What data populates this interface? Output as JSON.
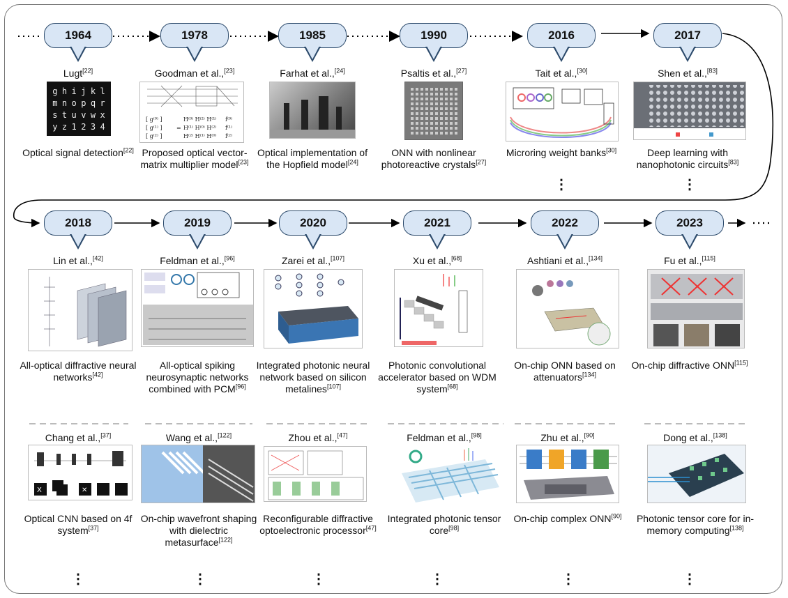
{
  "rows": [
    [
      {
        "year": "1964",
        "author": "Lugt",
        "author_ref": "[22]",
        "caption": "Optical signal detection",
        "caption_ref": "[22]"
      },
      {
        "year": "1978",
        "author": "Goodman et al.,",
        "author_ref": "[23]",
        "caption": "Proposed optical vector-matrix multiplier model",
        "caption_ref": "[23]"
      },
      {
        "year": "1985",
        "author": "Farhat et al.,",
        "author_ref": "[24]",
        "caption": "Optical implementation of the Hopfield model",
        "caption_ref": "[24]"
      },
      {
        "year": "1990",
        "author": "Psaltis et al.,",
        "author_ref": "[27]",
        "caption": "ONN with nonlinear photoreactive crystals",
        "caption_ref": "[27]"
      },
      {
        "year": "2016",
        "author": "Tait et al.,",
        "author_ref": "[30]",
        "caption": "Microring weight banks",
        "caption_ref": "[30]"
      },
      {
        "year": "2017",
        "author": "Shen et al.,",
        "author_ref": "[83]",
        "caption": "Deep learning with nanophotonic circuits",
        "caption_ref": "[83]"
      }
    ],
    [
      {
        "year": "2018",
        "author": "Lin et al.,",
        "author_ref": "[42]",
        "caption": "All-optical diffractive neural networks",
        "caption_ref": "[42]"
      },
      {
        "year": "2019",
        "author": "Feldman et al.,",
        "author_ref": "[96]",
        "caption": "All-optical spiking neurosynaptic networks combined with PCM",
        "caption_ref": "[96]"
      },
      {
        "year": "2020",
        "author": "Zarei et al.,",
        "author_ref": "[107]",
        "caption": "Integrated photonic neural network based on silicon metalines",
        "caption_ref": "[107]"
      },
      {
        "year": "2021",
        "author": "Xu et al.,",
        "author_ref": "[68]",
        "caption": "Photonic convolutional accelerator based on WDM system",
        "caption_ref": "[68]"
      },
      {
        "year": "2022",
        "author": "Ashtiani et al.,",
        "author_ref": "[134]",
        "caption": "On-chip ONN based on attenuators",
        "caption_ref": "[134]"
      },
      {
        "year": "2023",
        "author": "Fu et al.,",
        "author_ref": "[115]",
        "caption": "On-chip diffractive ONN",
        "caption_ref": "[115]"
      }
    ],
    [
      {
        "author": "Chang et al.,",
        "author_ref": "[37]",
        "caption": "Optical CNN based on 4f system",
        "caption_ref": "[37]"
      },
      {
        "author": "Wang et al.,",
        "author_ref": "[122]",
        "caption": "On-chip wavefront shaping with dielectric metasurface",
        "caption_ref": "[122]"
      },
      {
        "author": "Zhou et al.,",
        "author_ref": "[47]",
        "caption": "Reconfigurable diffractive optoelectronic processor",
        "caption_ref": "[47]"
      },
      {
        "author": "Feldman et al.,",
        "author_ref": "[98]",
        "caption": "Integrated photonic tensor core",
        "caption_ref": "[98]"
      },
      {
        "author": "Zhu et al.,",
        "author_ref": "[90]",
        "caption": "On-chip complex ONN",
        "caption_ref": "[90]"
      },
      {
        "author": "Dong et al.,",
        "author_ref": "[138]",
        "caption": "Photonic tensor core for in-memory computing",
        "caption_ref": "[138]"
      }
    ]
  ],
  "lugt_grid": [
    "g",
    "h",
    "i",
    "j",
    "k",
    "l",
    "m",
    "n",
    "o",
    "p",
    "q",
    "r",
    "s",
    "t",
    "u",
    "v",
    "w",
    "x",
    "y",
    "z",
    "1",
    "2",
    "3",
    "4"
  ],
  "ellipsis": "⋮",
  "colors": {
    "pill_fill": "#d9e6f5",
    "pill_border": "#2c4a6b",
    "arrow": "#000000",
    "divider": "#bbbbbb"
  }
}
